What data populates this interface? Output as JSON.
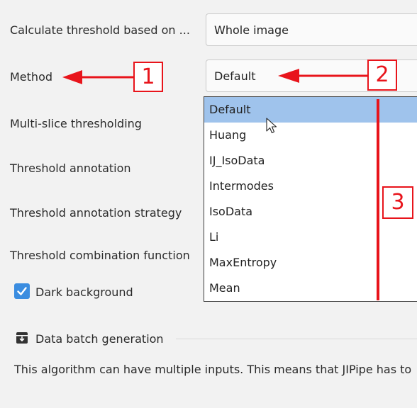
{
  "params": {
    "calc_label": "Calculate threshold based on ...",
    "calc_value": "Whole image",
    "method_label": "Method",
    "method_value": "Default",
    "multislice_label": "Multi-slice thresholding",
    "annotation_label": "Threshold annotation",
    "annotation_strategy_label": "Threshold annotation strategy",
    "combination_label": "Threshold combination function",
    "dark_bg_label": "Dark background",
    "dark_bg_checked": true
  },
  "dropdown": {
    "options": [
      "Default",
      "Huang",
      "IJ_IsoData",
      "Intermodes",
      "IsoData",
      "Li",
      "MaxEntropy",
      "Mean"
    ],
    "selected": "Default"
  },
  "batch": {
    "title": "Data batch generation",
    "description": "This algorithm can have multiple inputs. This means that JIPipe has to"
  },
  "annotations": {
    "marker1": "1",
    "marker2": "2",
    "marker3": "3",
    "color": "#e8141b"
  },
  "colors": {
    "selection": "#9fc3ec",
    "checkbox": "#3b8de0",
    "background": "#f2f2f2"
  }
}
